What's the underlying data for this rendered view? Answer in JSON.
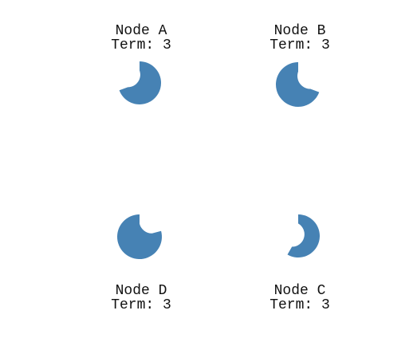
{
  "diagram": {
    "node_color": "#4682b4",
    "background": "#ffffff",
    "nodes": [
      {
        "id": "a",
        "name": "Node A",
        "term": "Term: 3",
        "icon": "partial-circle-icon",
        "label_position": "above",
        "gap_degrees": [
          250,
          360
        ]
      },
      {
        "id": "b",
        "name": "Node B",
        "term": "Term: 3",
        "icon": "partial-circle-icon",
        "label_position": "above",
        "gap_degrees": [
          0,
          110
        ]
      },
      {
        "id": "c",
        "name": "Node C",
        "term": "Term: 3",
        "icon": "partial-circle-icon",
        "label_position": "below",
        "gap_degrees": [
          210,
          360
        ]
      },
      {
        "id": "d",
        "name": "Node D",
        "term": "Term: 3",
        "icon": "partial-circle-icon",
        "label_position": "below",
        "gap_degrees": [
          0,
          75
        ]
      }
    ]
  }
}
